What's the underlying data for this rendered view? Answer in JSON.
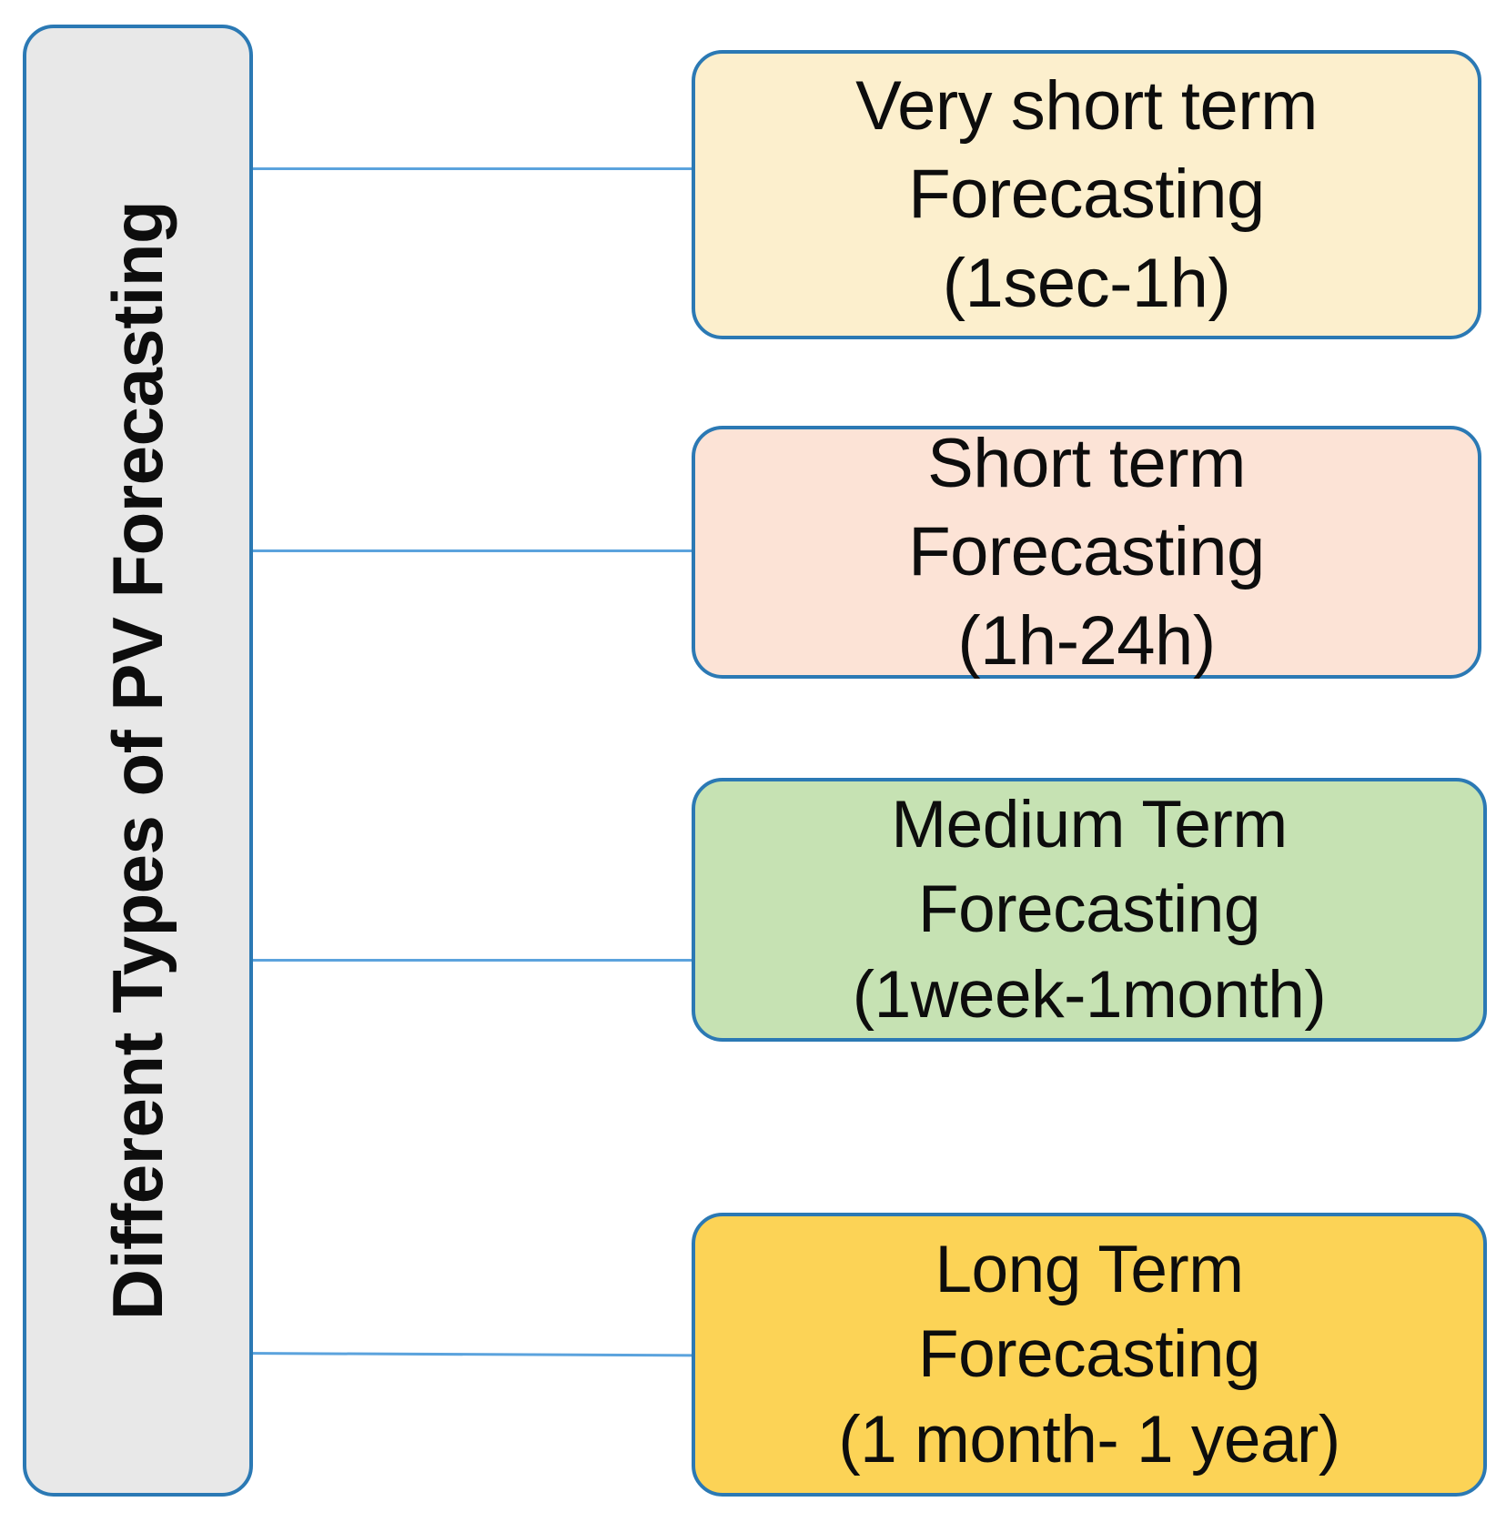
{
  "diagram": {
    "title": "Different Types of PV Forecasting",
    "root": {
      "label": "Different Types of PV Forecasting",
      "fill": "#e8e8e8",
      "border": "#2b79b4"
    },
    "connector_color": "#5ba3dd",
    "categories": [
      {
        "name": "very-short-term",
        "line1": "Very short term",
        "line2": "Forecasting",
        "line3": "(1sec-1h)",
        "horizon_label": "1sec-1h",
        "fill": "#fcefcd",
        "border": "#2b79b4"
      },
      {
        "name": "short-term",
        "line1": "Short term",
        "line2": "Forecasting",
        "line3": "(1h-24h)",
        "horizon_label": "1h-24h",
        "fill": "#fce3d6",
        "border": "#2b79b4"
      },
      {
        "name": "medium-term",
        "line1": "Medium Term",
        "line2": "Forecasting",
        "line3": "(1week-1month)",
        "horizon_label": "1week-1month",
        "fill": "#c6e2b3",
        "border": "#2b79b4"
      },
      {
        "name": "long-term",
        "line1": "Long Term",
        "line2": "Forecasting",
        "line3": "(1 month- 1 year)",
        "horizon_label": "1 month- 1 year",
        "fill": "#fcd356",
        "border": "#2b79b4"
      }
    ]
  }
}
